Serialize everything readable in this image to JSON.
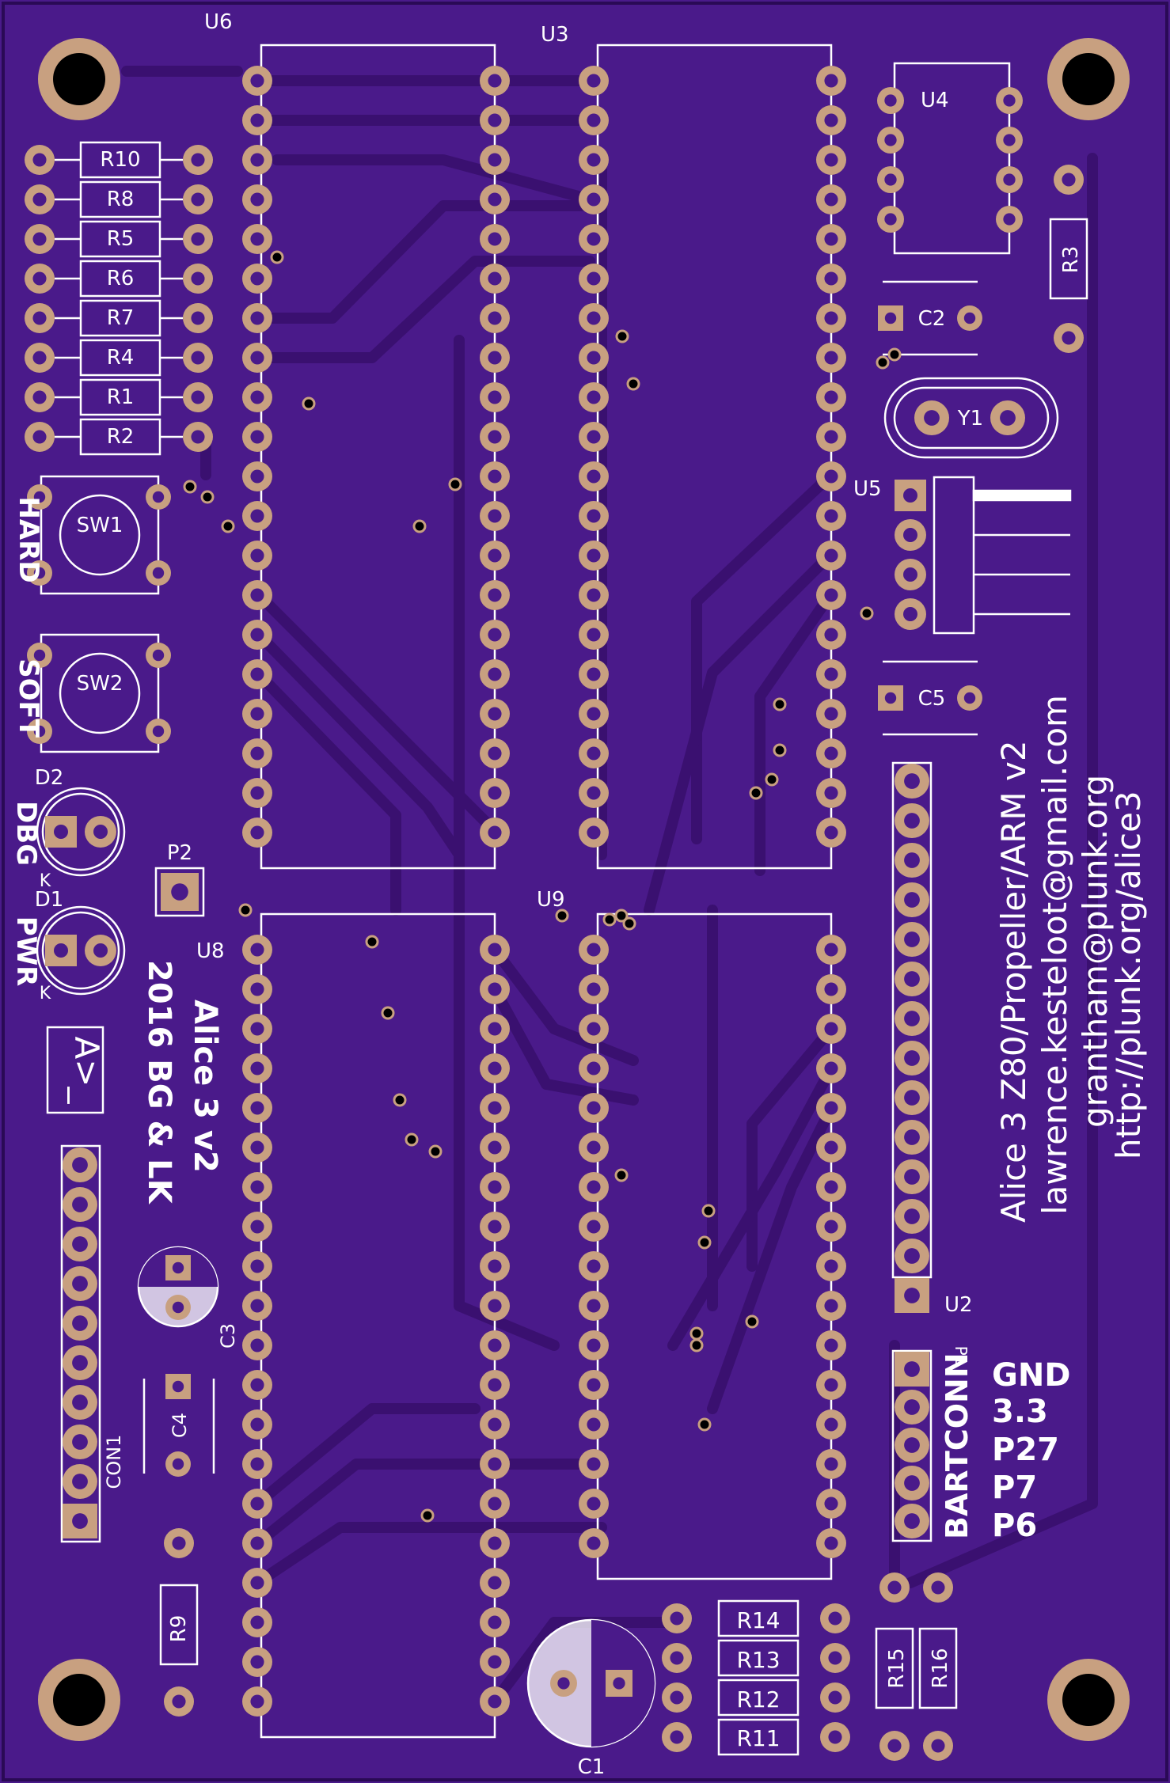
{
  "board": {
    "colors": {
      "substrate": "#4a1a8a",
      "trace": "#3a1070",
      "silkscreen": "#ffffff",
      "pad": "#c8a080",
      "hole": "#000000"
    }
  },
  "labels": {
    "u6": "U6",
    "u3": "U3",
    "u4": "U4",
    "u8": "U8",
    "u9": "U9",
    "u5": "U5",
    "u2": "U2",
    "r10": "R10",
    "r8": "R8",
    "r5": "R5",
    "r6": "R6",
    "r7": "R7",
    "r4": "R4",
    "r1": "R1",
    "r2": "R2",
    "r3": "R3",
    "r9": "R9",
    "r11": "R11",
    "r12": "R12",
    "r13": "R13",
    "r14": "R14",
    "r15": "R15",
    "r16": "R16",
    "c1": "C1",
    "c2": "C2",
    "c3": "C3",
    "c4": "C4",
    "c5": "C5",
    "y1": "Y1",
    "sw1": "SW1",
    "sw2": "SW2",
    "d1": "D1",
    "d2": "D2",
    "k1": "K",
    "k2": "K",
    "p1": "P1",
    "p2": "P2",
    "con1": "CON1",
    "hard": "HARD",
    "soft": "SOFT",
    "dbg": "DBG",
    "pwr": "PWR",
    "prompt": "A>_",
    "bartconn": "BARTCONN",
    "gnd": "GND",
    "v33": "3.3",
    "p27": "P27",
    "p7": "P7",
    "p6": "P6"
  },
  "credits": {
    "title": "Alice 3 v2",
    "authors": "2016 BG & LK",
    "line1": "Alice 3 Z80/Propeller/ARM v2",
    "line2": "lawrence.kesteloot@gmail.com",
    "line3": "grantham@plunk.org",
    "line4": "http://plunk.org/alice3"
  }
}
